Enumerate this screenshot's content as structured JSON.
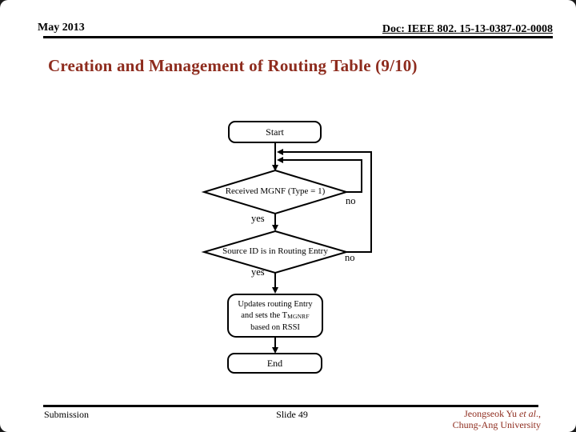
{
  "header": {
    "date": "May 2013",
    "doc": "Doc: IEEE 802. 15-13-0387-02-0008"
  },
  "title": "Creation and Management of Routing Table (9/10)",
  "flowchart": {
    "start_label": "Start",
    "decision1_label": "Received MGNF (Type = 1)",
    "decision1_yes": "yes",
    "decision1_no": "no",
    "decision2_label": "Source ID is in Routing Entry",
    "decision2_yes": "yes",
    "decision2_no": "no",
    "process_line1": "Updates routing Entry",
    "process_line2_pre": "and sets the T",
    "process_line2_sub": "MGNRF",
    "process_line3": "based on RSSI",
    "end_label": "End"
  },
  "footer": {
    "left": "Submission",
    "center": "Slide 49",
    "right_line1_pre": "Jeongseok Yu ",
    "right_line1_italic": "et al",
    "right_line1_post": ".,",
    "right_line2": "Chung-Ang University"
  },
  "colors": {
    "accent": "#8E2C1E",
    "text": "#000000",
    "background": "#FFFFFF",
    "line": "#000000"
  }
}
